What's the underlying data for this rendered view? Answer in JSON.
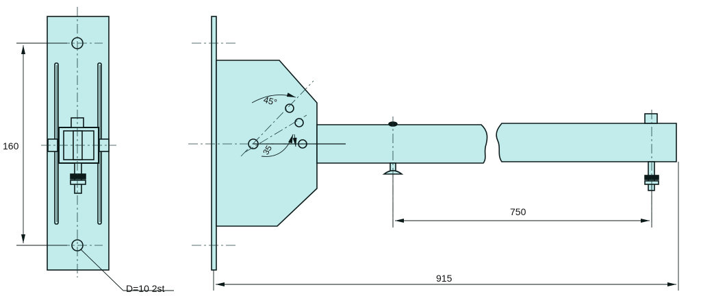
{
  "colors": {
    "fill": "#c2ecec",
    "line": "#0c1a1a",
    "centerline": "#1d3b3b",
    "background": "#ffffff"
  },
  "dimensions": {
    "height_label": "160",
    "arm_hole_spacing_label": "750",
    "overall_length_label": "915"
  },
  "angles": {
    "upper_label": "45°",
    "lower_label": "35"
  },
  "notes": {
    "hole_callout": "D=10  2st"
  }
}
